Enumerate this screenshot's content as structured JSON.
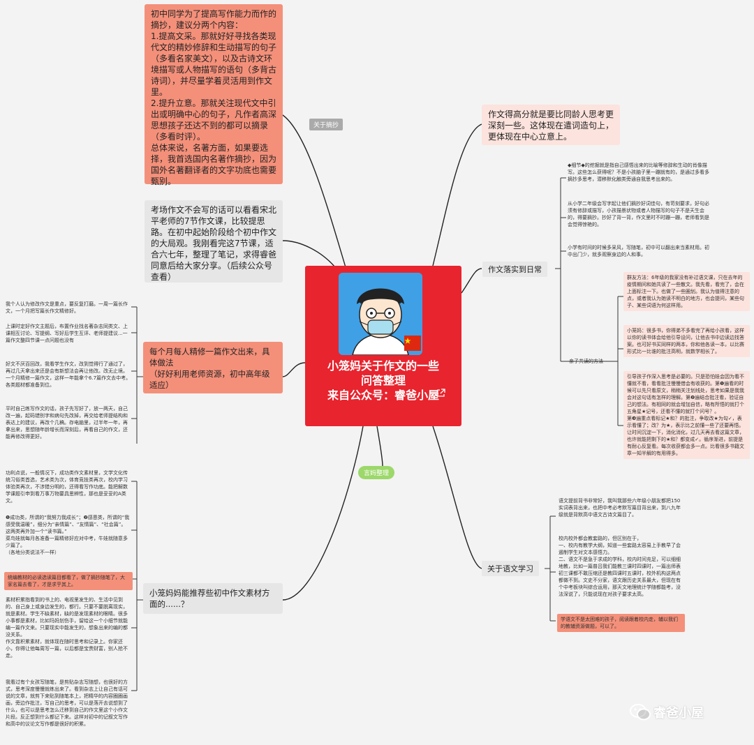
{
  "center": {
    "line1": "小笼妈关于作文的一些",
    "line2": "问答整理",
    "line3": "来自公众号：睿爸小屋",
    "link_icon": "external-link-icon",
    "flag_icon": "china-flag-icon"
  },
  "labels": {
    "excerpt": "关于摘抄",
    "compiled": "言妈整理"
  },
  "left": {
    "excerpt_text": "初中同学为了提高写作能力而作的摘抄，建议分两个内容：\n1.提高文采。那就好好寻找各类现代文的精妙修辞和生动描写的句子（多看名家美文），以及古诗文环境描写或人物描写的语句（多背古诗词），并尽量学着灵活用到作文里。\n2.提升立意。那就关注现代文中引出或明确中心的句子，凡作者高深思想孩子还达不到的都可以摘录（多看时评）。\n总体来说，名著方面，如果要选择，我首选国内名著作摘抄，因为国外名著翻译者的文字功底也需要甄别。",
    "exam_text": "考场作文不会写的话可以看看宋北平老师的7节作文课，比较提思路。在初中起始阶段给个初中作文的大局观。我刚看完这7节课，适合六七年，整理了笔记，求得睿爸同意后给大家分享。（后续公众号查看）",
    "monthly_text": "每个月每人精修一篇作文出来，具体做法\n（好好利用老师资源，初中高年级适应）",
    "monthly_details": [
      "我个人认为修改作文是重点，要反复打磨。一周一篇长作文，一个月把写篇长作文精修好。",
      "上课时定好作文主题后，布置作业找名著杂志同类文、上课相互讨论、写提纲、写好后学生互评、老师提建议...一篇作文整四节课一点问题也没有",
      "好文不厌百回改，我看学生作文，改到觉得行了通过了，再过几天拿出来还是会有新想法会再让他改。改无止境。一个月精修一篇作文，这样一年能拿个6.7篇作文去中考。各类题材都准备到位。",
      "平时自己练写作文的话，孩子先写好了，放一两天，自己改一遍，起码错别字和病句先改掉，再交给老师提结构和表达上的建议，再改个几稿。存电脑里，过半年一年，再拿出来，思想随年龄增长而深刻后，再看自己的作文，还能再修改得更好。"
    ],
    "material_q": "小笼妈妈能推荐些初中作文素材方面的......？",
    "material_details": [
      "功利点说，一般情况下，成功类作文素材里，文学文化传统习俗类首选，艺术类为次，体育竞技类再次，校内学习体验类再次，不涉猎分明的，还得看写作功底。能把解数学课题引申到看万事万物要具思辨性，那也是妥妥的A类文。",
      "❶成功类，所谓的“我努力我成长”；❷感恩类，所谓的“我感受我温暖”，细分为“亲情篇”、“友情篇”、“社会篇”。\n这两类再外加一个“读书篇。”\n菜鸟娃就每月各准备一篇精修好应对中考，牛娃就随意多少篇了。\n（各地分类说法不一样）",
      "素材积累指看到的书上的、电视里发生的、生活中见到的、自己身上或身边发生的，都行。只要不要脱离现实，就是素材。学生不缺素材，缺的是发现素材的眼睛。很多小事都是素材，比如玛妈划伤手，留给这一个小细节就能编一篇作文来。只要现实中能发生的，想象出来的编的都没关系。\n作文靠积累素材，就体现在随时思考和记录上。你家还小，你得让他每周写一篇，以后都是宝贵财富，别人抢不走。",
      "我看过有个女孩写随笔，是剪贴杂志写随想，也很好的方式，思考深度慢慢就练出来了。看到杂志上让自己有话可说的文章，就剪下来贴到随笔本上，把精华的内容圈圈画画，旁边作批注，写自己的思考，可以是落开去说想到了什么，也可以是思考怎么迁移到自己的作文里这个小作文片段。反正想到什么都记下来。这样对初中的记叙文写作和高中的议论文写作都是很好的积累。"
    ],
    "material_highlight": "统编教材的必读选读篇目都看了，做了摘抄随笔了，大家名篇去看了，才是求乎其上。"
  },
  "right": {
    "top_text": "作文得高分就是要比同龄人思考更深刻一些。这体现在遣词造句上，更体现在中心立意上。",
    "daily_tag": "作文落实到日常",
    "daily_items": [
      "◆细节◆的挖掘就是指自己感悟出来的比喻等修辞和生动的肖像描写。这些怎么获得呢？不是小孩脑子里一蹦就有的，是通过多看多摘抄多思考，潜移默化触类旁通自我思考出来的。",
      "从小学二年级会写字起让他们摘抄好词佳句，有苛刻要求，好句必须有修辞或描写，小孩描景状物或者人物描写的句子不是天生会的，得要摘抄。抄好了背一背，作文里时不时蹦一蹦，老师看到是会觉得惊艳的。",
      "小学有时间的时候多采风，写随笔，初中可以翻出来当素材用。初中出门少，就多观察身边的人和事。"
    ],
    "parent_label": "亲子共读的方法",
    "parent_items": [
      "群友方法：6年级的我家没有补过语文课，只在去年的疫情期间和她共读了一些散文。我先看，看完了，会在上面标注一下。也做了一些圈划。我认为值得注意的点，或者我认为她读不明白的地方，也会提问，某些句子、某些词语为何这样用。",
      "小笼妈：很多书，你得弟不多看完了再给小孩看，这样以你的读书体会给他引导设问，让他去书中边读边找答案。也可好书买同样的两本，你和他各读一本，以比赛形式比一比谁的批注高明，就数学相长了。",
      "引导孩子作深入思考是必要的。只是恐怕娃会因为看不懂就不看，看看批注慢慢借会有收获的。第❶遍看的时候可以先只看原文，稍稍关注划线处，思考如果是我我会对这句话有怎样的理解。第❷遍结合批注看，验证自己的想法。有相同的就会增加自信，略有所悟的就打个五角星★记号，还看不懂的就打个问号？。\n第❸遍重点看标记★和？的批注，争取改★为勾✓，表示看懂了；改？为★，表示比之前懂一些了还要再悟。\n让时间沉淀一下，消化消化，过几天再去看这篇文章，也许就能把剩下的★和？都变成✓。循序渐进，前提是有耐心反复看。每次收获都会多一点。比看很多书籍文章一知半解的有用得多。"
    ],
    "chinese_tag": "关于语文学习",
    "chinese_items": [
      "语文提前背书非常好，我叫我那些六年级小朋友都把150实词表背出来，也把中考必考默写篇目背出来，到八九年级就是背默高中语文古诗文篇目了。",
      "校内校外都会教套路的，但区别在于，\n一、校内有教学大纲，知道一些套路太容易上手教早了会遏制学生对文本感悟力。\n二、语文不是急于求成的学科，校内时间充足，可以细细地教，比如一篇普吕我们能教三课时四课时，一篇出师表初三课都不敢压缩还是教四课时五课时，校外机构这两点都做不到。文史不分家，语文跟历史关系最大，但现在有个中考板块叫综合运用，那天文地理统计学随都能考，没法深说了，只能说现在对孩子要求太高。"
    ],
    "chinese_highlight": "学语文不是太困难的孩子，阅读跟着校内走，辅以我们的教辅资源做题，可以了。"
  },
  "watermark": {
    "icon": "wechat-icon",
    "text": "睿爸小屋"
  },
  "colors": {
    "center": "#e8242e",
    "salmon": "#f4907a",
    "pink": "#fce3dd",
    "gray": "#e6e6e6",
    "green": "#9cd86a",
    "link": "#333333"
  }
}
